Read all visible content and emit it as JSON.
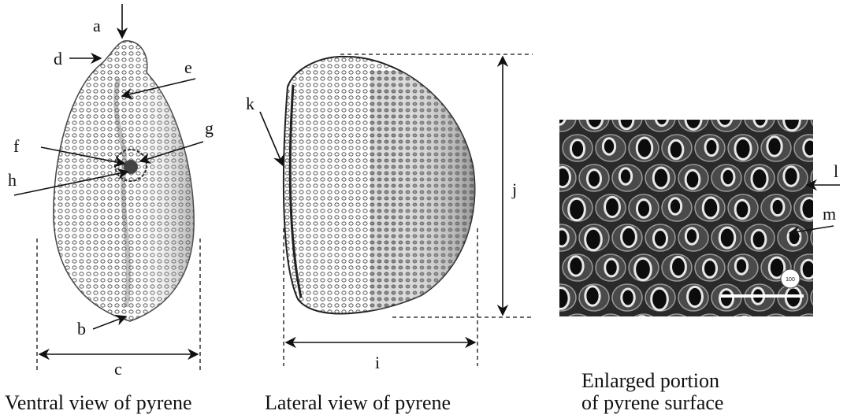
{
  "ventral": {
    "caption": "Ventral view of pyrene",
    "labels": {
      "a": "a",
      "b": "b",
      "c": "c",
      "d": "d",
      "e": "e",
      "f": "f",
      "g": "g",
      "h": "h"
    }
  },
  "lateral": {
    "caption": "Lateral view of pyrene",
    "labels": {
      "i": "i",
      "j": "j",
      "k": "k"
    }
  },
  "surface": {
    "caption_line1": "Enlarged portion",
    "caption_line2": "of pyrene surface",
    "scale_text": "100",
    "labels": {
      "l": "l",
      "m": "m"
    }
  }
}
